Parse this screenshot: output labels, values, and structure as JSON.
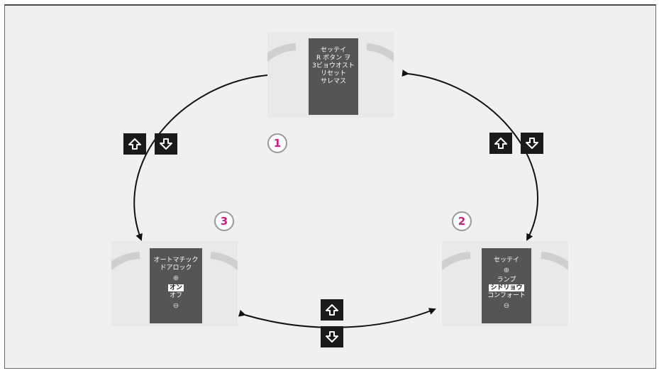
{
  "screens": {
    "top": {
      "lines": [
        "セッテイ",
        "R ボタン ヲ",
        "3ビョウオスト",
        "リセット",
        "サレマス"
      ]
    },
    "right": {
      "title": "セッテイ",
      "plus": "⊕",
      "lines_before": [
        "ランプ"
      ],
      "highlight": "シドリョウ",
      "lines_after": [
        "コンフォート"
      ],
      "minus": "⊖"
    },
    "left": {
      "title_lines": [
        "オートマチック",
        "ドアロック"
      ],
      "plus": "⊕",
      "highlight": "オン",
      "lines_after": [
        "オフ"
      ],
      "minus": "⊖"
    }
  },
  "badges": {
    "one": "1",
    "two": "2",
    "three": "3"
  },
  "icons": {
    "key_up": "up-arrow-key-icon",
    "key_down": "down-arrow-key-icon"
  },
  "colors": {
    "badge_text": "#d6177c",
    "key_bg": "#1a1a1a",
    "display_bg": "#555555"
  }
}
